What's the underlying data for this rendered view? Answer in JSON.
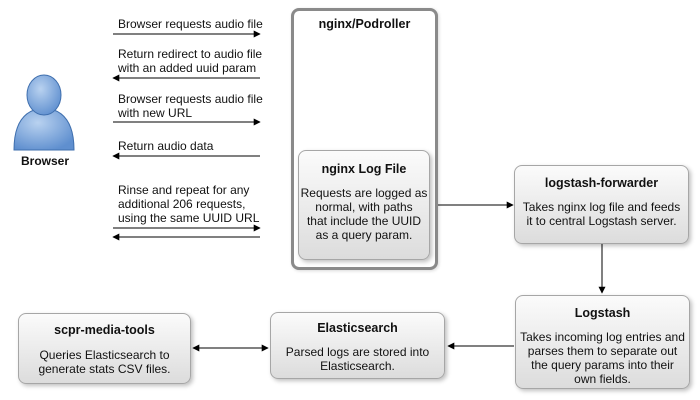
{
  "actors": {
    "browser": "Browser"
  },
  "server": {
    "title": "nginx/Podroller"
  },
  "messages": [
    "Browser requests audio file",
    "Return redirect to audio file\nwith an added uuid param",
    "Browser requests audio file\nwith new URL",
    "Return audio data",
    "Rinse and repeat for any\nadditional 206 requests,\nusing the same UUID URL"
  ],
  "nodes": {
    "log_file": {
      "title": "nginx Log File",
      "body": "Requests are logged as\nnormal, with paths\nthat include the UUID\nas a query param."
    },
    "forwarder": {
      "title": "logstash-forwarder",
      "body": "Takes nginx log file and feeds\nit to central Logstash server."
    },
    "logstash": {
      "title": "Logstash",
      "body": "Takes incoming log entries and\nparses them to separate out\nthe query params into their\nown fields."
    },
    "elasticsearch": {
      "title": "Elasticsearch",
      "body": "Parsed logs are stored into\nElasticsearch."
    },
    "media_tools": {
      "title": "scpr-media-tools",
      "body": "Queries Elasticsearch to\ngenerate stats CSV files."
    }
  },
  "colors": {
    "box_top": "#fbfbfb",
    "box_bottom": "#dcdcdc",
    "box_border": "#a6a6a6",
    "server_border": "#8a8a8a",
    "browser_icon": "#7fa6d9",
    "line": "#000000"
  }
}
